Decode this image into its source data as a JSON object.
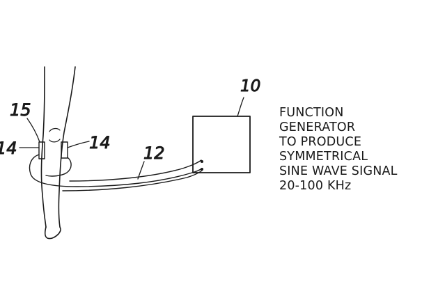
{
  "labels": {
    "generator_ref": "10",
    "cable_ref": "12",
    "electrode_ref_left": "14",
    "electrode_ref_right": "14",
    "knee_ref": "15"
  },
  "caption": {
    "lines": [
      "FUNCTION",
      "GENERATOR",
      "TO PRODUCE",
      "SYMMETRICAL",
      "SINE WAVE SIGNAL",
      "20-100 KHz"
    ]
  },
  "colors": {
    "ink": "#1a1a1a",
    "paper": "#ffffff"
  }
}
